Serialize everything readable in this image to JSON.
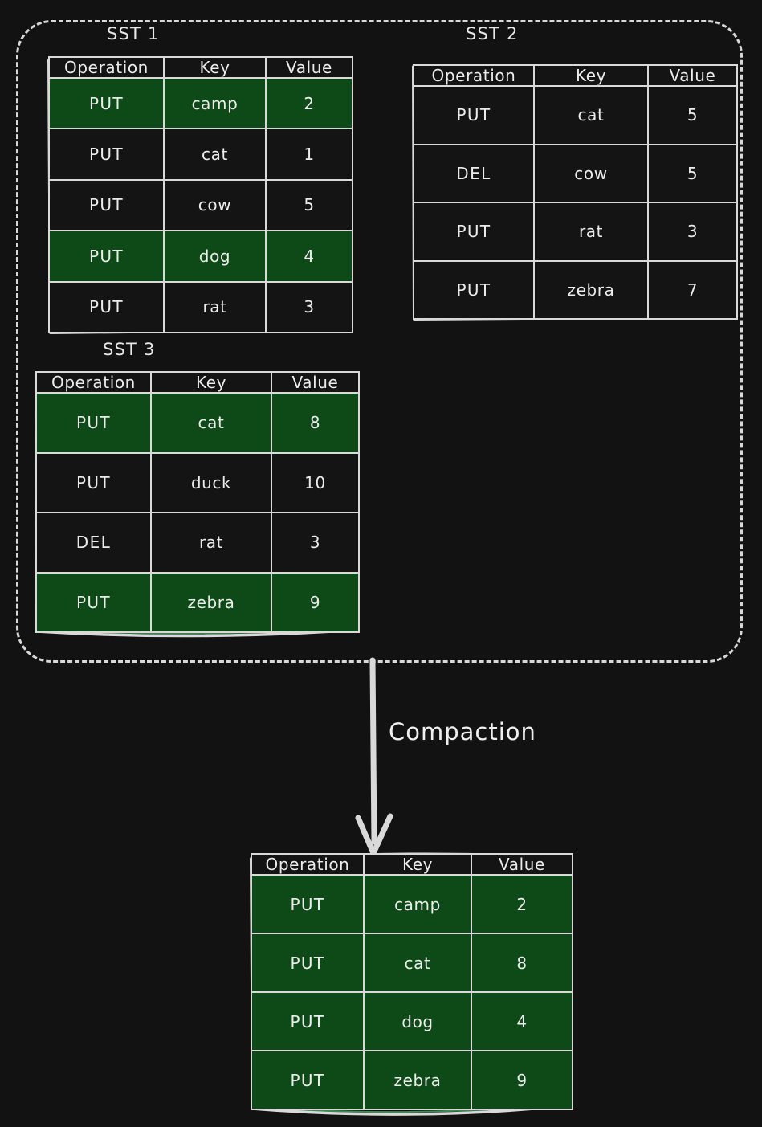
{
  "diagram": {
    "title_label": "Compaction",
    "background_color": "#121212",
    "highlight_color": "#0d4a18",
    "stroke_color": "#d9d9d9",
    "text_color": "#ececec"
  },
  "columns": [
    "Operation",
    "Key",
    "Value"
  ],
  "inputs": {
    "group_style": "dashed-rounded-rectangle",
    "tables": [
      {
        "label": "SST 1",
        "headers": [
          "Operation",
          "Key",
          "Value"
        ],
        "rows": [
          {
            "operation": "PUT",
            "key": "camp",
            "value": "2",
            "highlighted": true
          },
          {
            "operation": "PUT",
            "key": "cat",
            "value": "1",
            "highlighted": false
          },
          {
            "operation": "PUT",
            "key": "cow",
            "value": "5",
            "highlighted": false
          },
          {
            "operation": "PUT",
            "key": "dog",
            "value": "4",
            "highlighted": true
          },
          {
            "operation": "PUT",
            "key": "rat",
            "value": "3",
            "highlighted": false
          }
        ]
      },
      {
        "label": "SST 2",
        "headers": [
          "Operation",
          "Key",
          "Value"
        ],
        "rows": [
          {
            "operation": "PUT",
            "key": "cat",
            "value": "5",
            "highlighted": false
          },
          {
            "operation": "DEL",
            "key": "cow",
            "value": "5",
            "highlighted": false
          },
          {
            "operation": "PUT",
            "key": "rat",
            "value": "3",
            "highlighted": false
          },
          {
            "operation": "PUT",
            "key": "zebra",
            "value": "7",
            "highlighted": false
          }
        ]
      },
      {
        "label": "SST 3",
        "headers": [
          "Operation",
          "Key",
          "Value"
        ],
        "rows": [
          {
            "operation": "PUT",
            "key": "cat",
            "value": "8",
            "highlighted": true
          },
          {
            "operation": "PUT",
            "key": "duck",
            "value": "10",
            "highlighted": false
          },
          {
            "operation": "DEL",
            "key": "rat",
            "value": "3",
            "highlighted": false
          },
          {
            "operation": "PUT",
            "key": "zebra",
            "value": "9",
            "highlighted": true
          }
        ]
      }
    ]
  },
  "output": {
    "label": "",
    "headers": [
      "Operation",
      "Key",
      "Value"
    ],
    "rows": [
      {
        "operation": "PUT",
        "key": "camp",
        "value": "2",
        "highlighted": true
      },
      {
        "operation": "PUT",
        "key": "cat",
        "value": "8",
        "highlighted": true
      },
      {
        "operation": "PUT",
        "key": "dog",
        "value": "4",
        "highlighted": true
      },
      {
        "operation": "PUT",
        "key": "zebra",
        "value": "9",
        "highlighted": true
      }
    ]
  },
  "arrow": {
    "label": "Compaction",
    "direction": "down"
  }
}
